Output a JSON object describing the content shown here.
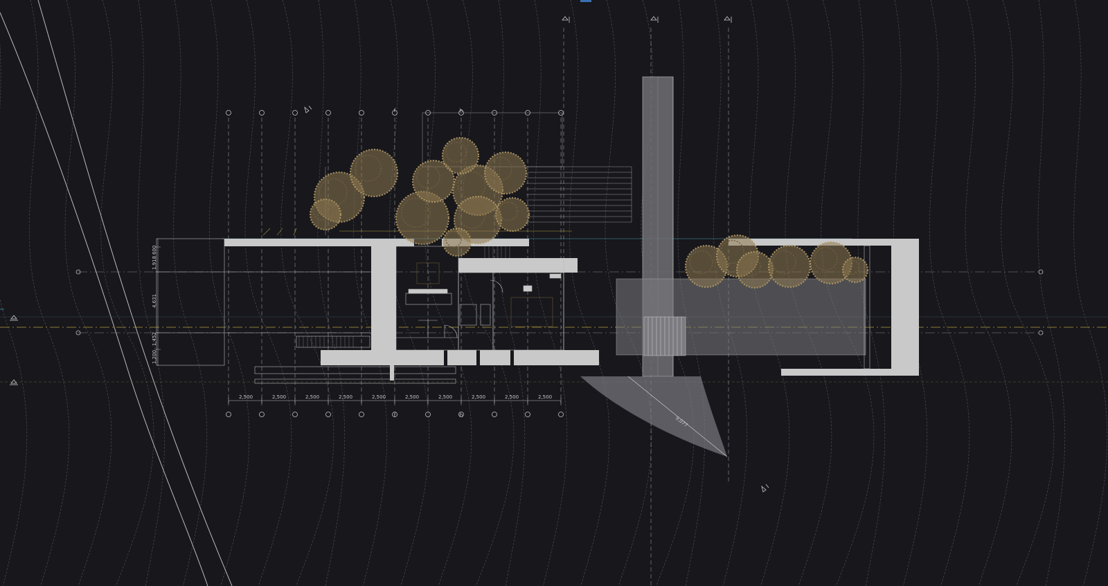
{
  "viewport": {
    "background": "#17171c"
  },
  "colors": {
    "wall": "#c9c9c9",
    "gridline": "#8a8a8a",
    "contour": "#5e5e66",
    "tree": "#8c7851",
    "axis_yellow": "#b5a13a",
    "axis_blue": "#4aa0b5",
    "glass": "#7b7b80"
  },
  "grid_labels": {
    "top": [
      "",
      "",
      "",
      "",
      "",
      "f",
      "",
      "h",
      "",
      "",
      ""
    ],
    "bottom": [
      "",
      "",
      "",
      "",
      "",
      "f",
      "",
      "h",
      "",
      "",
      ""
    ]
  },
  "dimensions": {
    "bottom_spans": [
      "2,500",
      "2,500",
      "2,500",
      "2,500",
      "2,500",
      "2,500",
      "2,500",
      "2,500",
      "2,500",
      "2,500"
    ],
    "left_stack": [
      "600",
      "1,918",
      "4,631",
      "1,452",
      "1,200"
    ],
    "slope": "9,077"
  },
  "level_marker_icons": [
    "level-marker-icon",
    "level-marker-icon",
    "level-marker-icon"
  ],
  "section_marker_icons": [
    "section-cut-icon",
    "section-cut-icon",
    "section-cut-icon",
    "section-cut-icon",
    "section-cut-icon"
  ]
}
